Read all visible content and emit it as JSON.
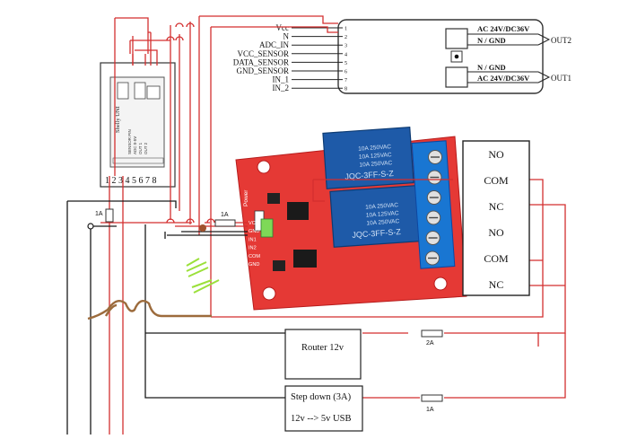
{
  "shelly": {
    "pin_numbers": "1 2 3 4 5 6 7 8",
    "brand": "Shelly UNI",
    "fine_text": [
      "SENSOR PIN",
      "ADC 0-5V",
      "OUT 1",
      "OUT 2"
    ]
  },
  "pinout_box": {
    "left_labels": [
      "Vcc",
      "N",
      "ADC_IN",
      "VCC_SENSOR",
      "DATA_SENSOR",
      "GND_SENSOR",
      "IN_1",
      "IN_2"
    ],
    "pin_digits": [
      "1",
      "2",
      "3",
      "4",
      "5",
      "6",
      "7",
      "8"
    ],
    "right_labels": [
      "AC 24V/DC36V",
      "N / GND",
      "N / GND",
      "AC 24V/DC36V"
    ],
    "out_labels": [
      "OUT2",
      "OUT1"
    ]
  },
  "relay_board": {
    "relay_text": [
      "10A 250VAC",
      "10A 125VAC",
      "10A 250VAC",
      "JQC-3FF-S-Z"
    ],
    "power_label": "Power",
    "pin_labels": [
      "VCC",
      "GND",
      "IN1",
      "IN2",
      "COM",
      "GND"
    ]
  },
  "terminal_labels": [
    "NO",
    "COM",
    "NC",
    "NO",
    "COM",
    "NC"
  ],
  "fuses": {
    "fuse_1a_left": "1A",
    "fuse_1a_mid": "1A",
    "fuse_2a": "2A",
    "fuse_1a_bottom": "1A"
  },
  "router": {
    "label": "Router 12v"
  },
  "stepdown": {
    "line1": "Step down (3A)",
    "line2": "12v --> 5v USB"
  },
  "colors": {
    "wire_red": "#d32f2f",
    "wire_black": "#1a1a1a",
    "wire_brown": "#9c6b3c",
    "wire_green": "#9be03a",
    "board_red": "#e53935",
    "relay_blue": "#1e5aa8",
    "terminal_blue": "#1976d2"
  }
}
